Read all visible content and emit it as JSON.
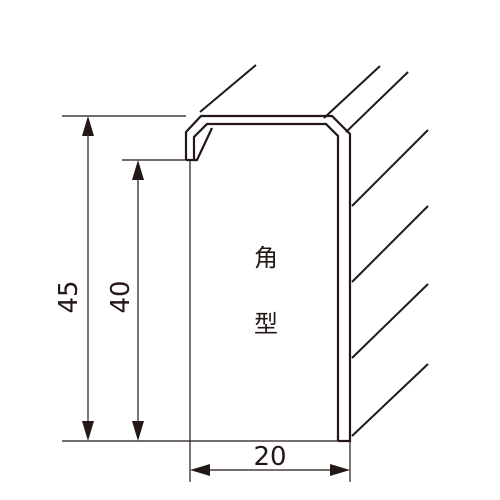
{
  "profile": {
    "name_line1": "角",
    "name_line2": "型"
  },
  "dimensions": {
    "outer_height": "45",
    "inner_height": "40",
    "width": "20"
  },
  "colors": {
    "line": "#231815",
    "background": "#ffffff"
  }
}
